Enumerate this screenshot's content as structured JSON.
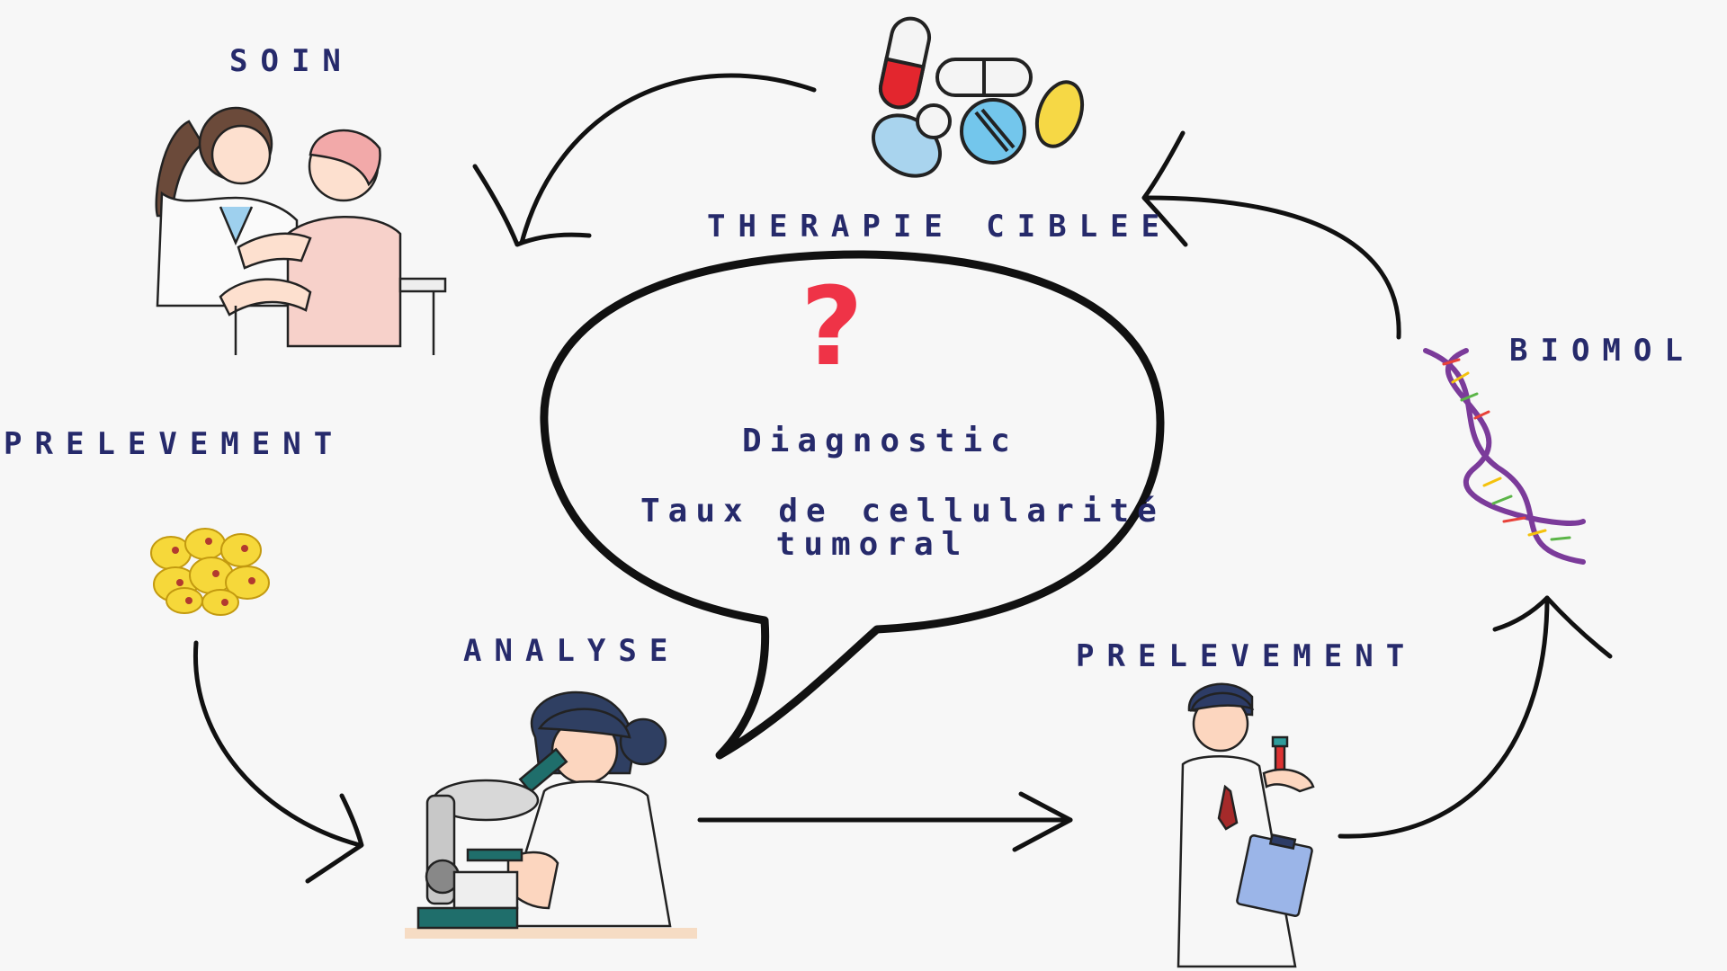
{
  "labels": {
    "soin": "SOIN",
    "therapie": "THERAPIE CIBLEE",
    "biomol": "BIOMOL",
    "prelevement_left": "PRELEVEMENT",
    "analyse": "ANALYSE",
    "prelevement_right": "PRELEVEMENT"
  },
  "bubble": {
    "question_mark": "?",
    "line1": "Diagnostic",
    "line2": "Taux de cellularité",
    "line3": "tumoral"
  },
  "colors": {
    "label_text": "#262a6b",
    "question_mark": "#ef3347",
    "arrow_stroke": "#111111",
    "background": "#f7f7f7"
  },
  "icons": [
    "nurse-patient-illustration",
    "pills-icon",
    "dna-icon",
    "cells-icon",
    "scientist-microscope-illustration",
    "doctor-test-tube-illustration"
  ]
}
